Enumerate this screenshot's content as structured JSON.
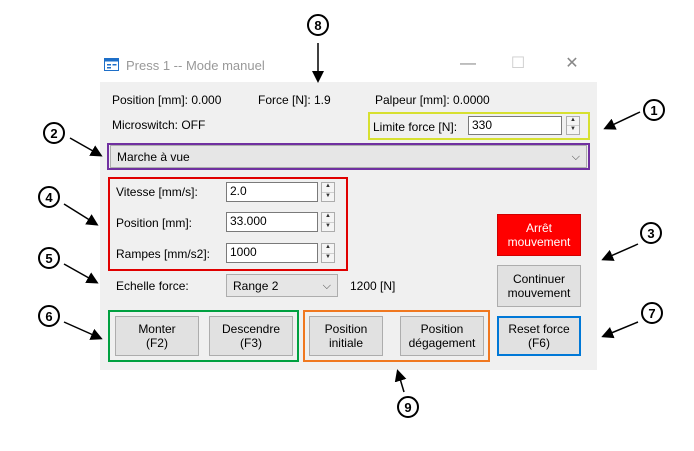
{
  "window": {
    "title": "Press 1 -- Mode manuel",
    "controls": {
      "minimize": "—",
      "maximize": "☐",
      "close": "✕"
    }
  },
  "status": {
    "position_label": "Position [mm]: 0.000",
    "force_label": "Force [N]: 1.9",
    "palpeur_label": "Palpeur [mm]: 0.0000",
    "microswitch_label": "Microswitch: OFF"
  },
  "force_limit": {
    "label": "Limite force [N]:",
    "value": "330"
  },
  "mode_select": {
    "value": "Marche à vue"
  },
  "params": [
    {
      "label": "Vitesse [mm/s]:",
      "value": "2.0"
    },
    {
      "label": "Position [mm]:",
      "value": "33.000"
    },
    {
      "label": "Rampes [mm/s2]:",
      "value": "1000"
    }
  ],
  "scale": {
    "label": "Echelle force:",
    "value": "Range 2",
    "unit_text": "1200 [N]"
  },
  "buttons": {
    "stop": "Arrêt\nmouvement",
    "continue": "Continuer\nmouvement",
    "up": "Monter\n(F2)",
    "down": "Descendre\n(F3)",
    "initial": "Position\ninitiale",
    "release": "Position\ndégagement",
    "reset_force": "Reset force\n(F6)"
  },
  "callouts": [
    "1",
    "2",
    "3",
    "4",
    "5",
    "6",
    "7",
    "8",
    "9"
  ],
  "colors": {
    "callout1_box": "#d7e030",
    "callout2_box": "#7030a0",
    "callout4_box": "#e00000",
    "callout6_box": "#00a040",
    "callout7_box": "#0078d7",
    "callout9_box": "#f07820",
    "stop_button": "#ff0000"
  }
}
